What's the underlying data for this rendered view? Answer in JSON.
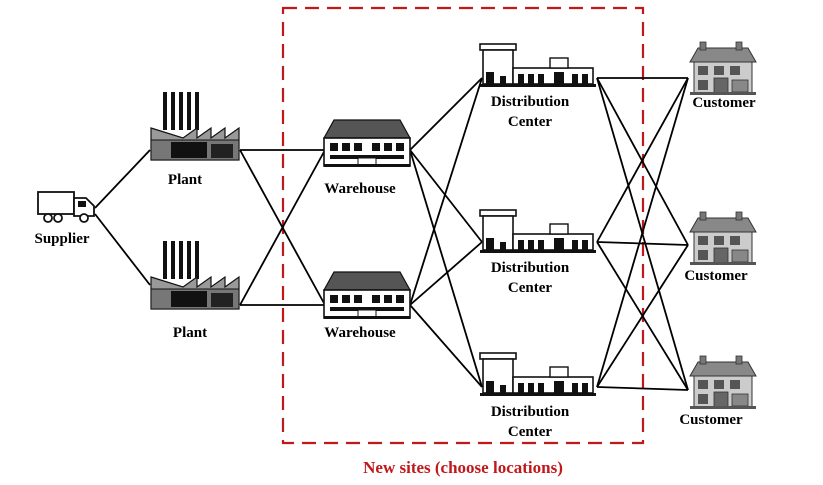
{
  "nodes": {
    "supplier": {
      "label": "Supplier"
    },
    "plant_top": {
      "label": "Plant"
    },
    "plant_bottom": {
      "label": "Plant"
    },
    "warehouse_top": {
      "label": "Warehouse"
    },
    "warehouse_bottom": {
      "label": "Warehouse"
    },
    "dc_top": {
      "label_line1": "Distribution",
      "label_line2": "Center"
    },
    "dc_mid": {
      "label_line1": "Distribution",
      "label_line2": "Center"
    },
    "dc_bottom": {
      "label_line1": "Distribution",
      "label_line2": "Center"
    },
    "customer_top": {
      "label": "Customer"
    },
    "customer_mid": {
      "label": "Customer"
    },
    "customer_bottom": {
      "label": "Customer"
    }
  },
  "region": {
    "label": "New sites (choose locations)",
    "color": "#c0181b"
  }
}
